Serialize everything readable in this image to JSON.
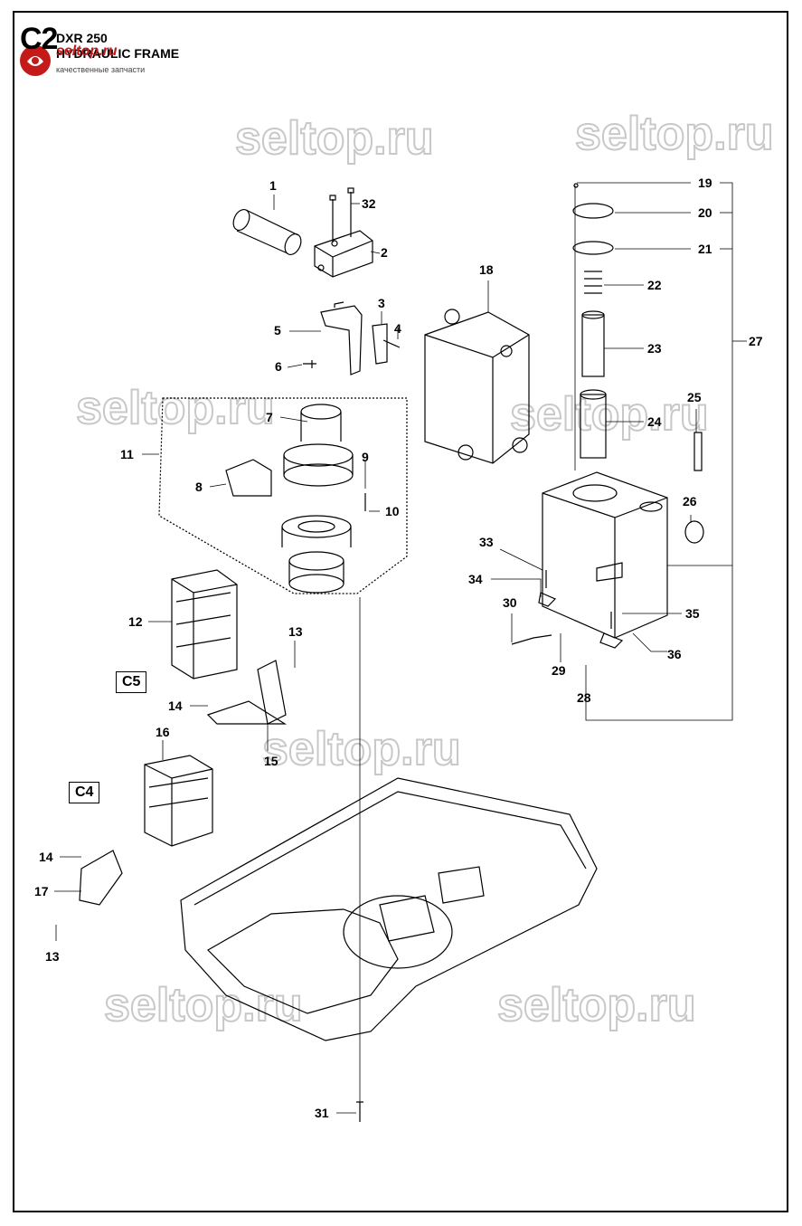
{
  "header": {
    "section_code": "C2",
    "model": "DXR 250",
    "title": "HYDRAULIC FRAME"
  },
  "logo": {
    "name": "seltop.ru",
    "tagline": "качественные запчасти",
    "color": "#c41a1a"
  },
  "watermark": "seltop.ru",
  "part_labels": [
    "1",
    "2",
    "3",
    "4",
    "5",
    "6",
    "7",
    "8",
    "9",
    "10",
    "11",
    "12",
    "13",
    "13",
    "14",
    "14",
    "15",
    "16",
    "17",
    "18",
    "19",
    "20",
    "21",
    "22",
    "23",
    "24",
    "25",
    "26",
    "27",
    "28",
    "29",
    "30",
    "31",
    "32",
    "33",
    "34",
    "35",
    "36"
  ],
  "refs": {
    "c5": "C5",
    "c4": "C4"
  }
}
